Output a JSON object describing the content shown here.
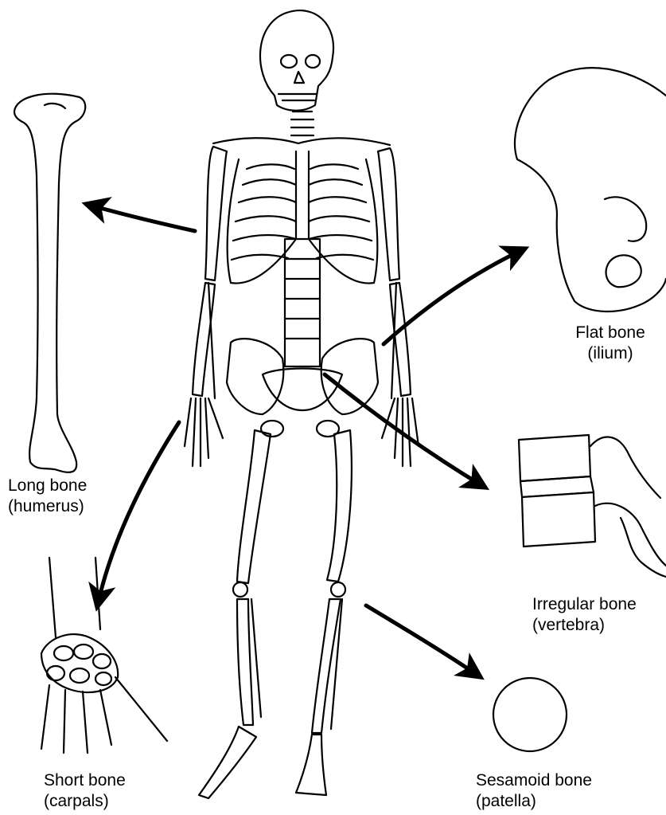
{
  "labels": {
    "long_bone": {
      "name": "Long bone",
      "example": "(humerus)"
    },
    "flat_bone": {
      "name": "Flat bone",
      "example": "(ilium)"
    },
    "irregular_bone": {
      "name": "Irregular bone",
      "example": "(vertebra)"
    },
    "short_bone": {
      "name": "Short bone",
      "example": "(carpals)"
    },
    "sesamoid_bone": {
      "name": "Sesamoid bone",
      "example": "(patella)"
    }
  },
  "colors": {
    "ink": "#000000",
    "background": "#ffffff"
  }
}
